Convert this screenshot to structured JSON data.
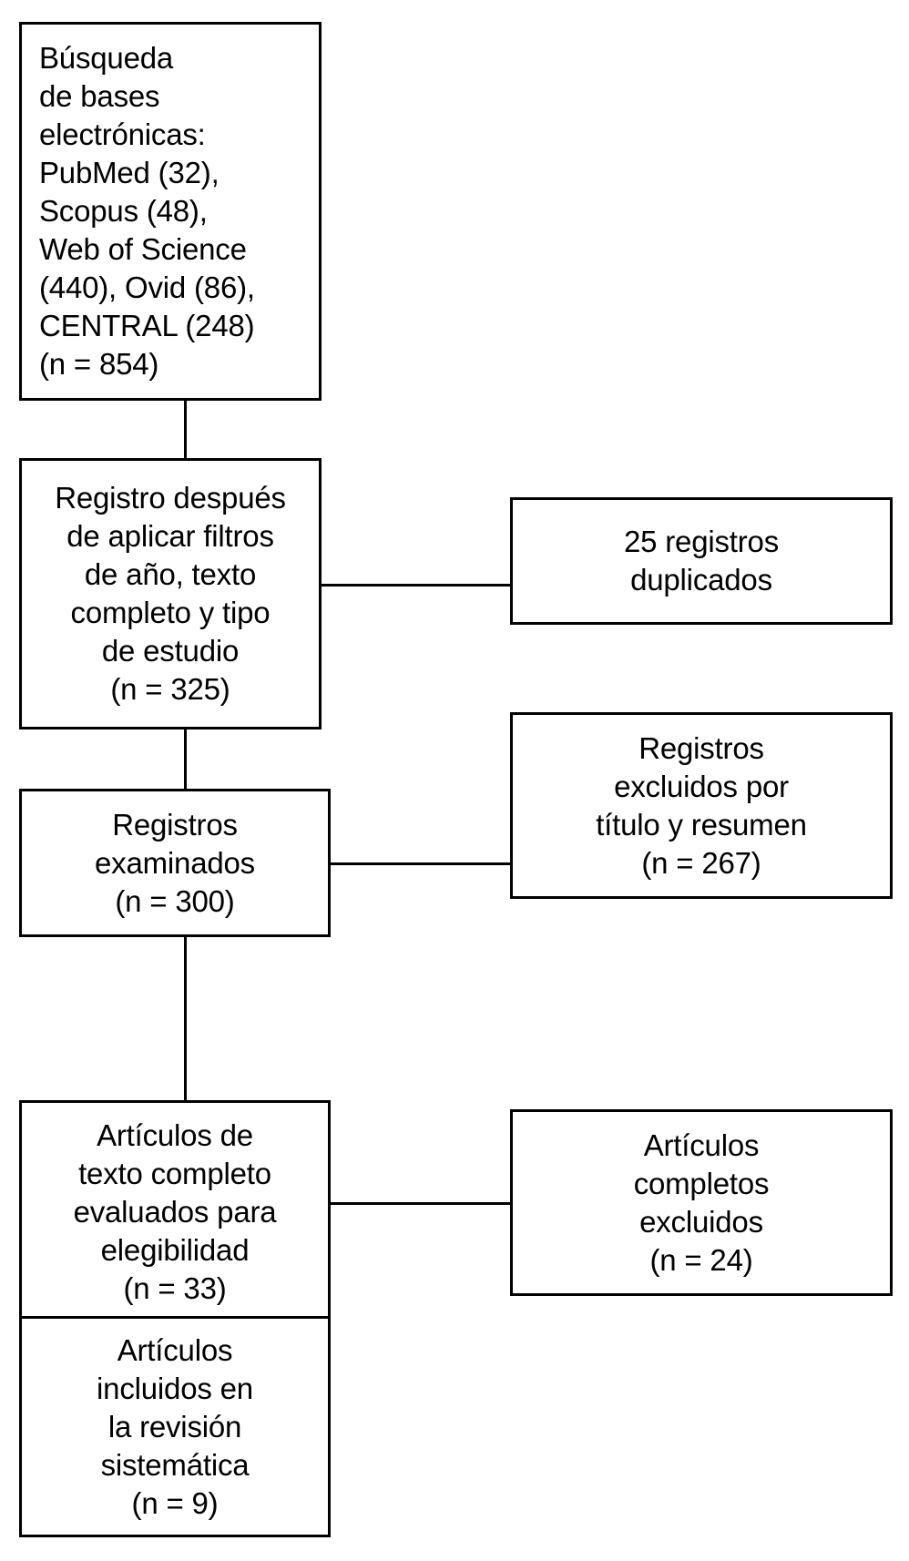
{
  "diagram": {
    "type": "prisma-flow-diagram",
    "language": "es",
    "colors": {
      "background": "#ffffff",
      "border": "#000000",
      "text": "#000000",
      "connector": "#000000"
    },
    "nodes": {
      "identificacion": {
        "name": "busqueda-bases-electronicas",
        "align": "left",
        "lines": [
          "Búsqueda",
          "de bases",
          "electrónicas:",
          "PubMed (32),",
          "Scopus (48),",
          "Web of Science",
          "(440), Ovid (86),",
          "CENTRAL (248)",
          "(n = 854)"
        ],
        "databases": [
          {
            "source": "PubMed",
            "count": 32
          },
          {
            "source": "Scopus",
            "count": 48
          },
          {
            "source": "Web of Science",
            "count": 440
          },
          {
            "source": "Ovid",
            "count": 86
          },
          {
            "source": "CENTRAL",
            "count": 248
          }
        ],
        "total": 854
      },
      "filtros": {
        "name": "registro-despues-de-filtros",
        "align": "center",
        "lines": [
          "Registro después",
          "de aplicar filtros",
          "de año, texto",
          "completo y tipo",
          "de estudio",
          "(n = 325)"
        ],
        "total": 325
      },
      "duplicados": {
        "name": "registros-duplicados",
        "align": "center",
        "lines": [
          "25 registros",
          "duplicados"
        ],
        "total": 25
      },
      "examinados": {
        "name": "registros-examinados",
        "align": "center",
        "lines": [
          "Registros",
          "examinados",
          "(n = 300)"
        ],
        "total": 300
      },
      "excluidos_titulo_resumen": {
        "name": "registros-excluidos-titulo-resumen",
        "align": "center",
        "lines": [
          "Registros",
          "excluidos por",
          "título y resumen",
          "(n = 267)"
        ],
        "total": 267
      },
      "elegibilidad": {
        "name": "articulos-texto-completo-elegibilidad",
        "align": "center",
        "lines": [
          "Artículos de",
          "texto completo",
          "evaluados para",
          "elegibilidad",
          "(n = 33)"
        ],
        "total": 33
      },
      "excluidos_completos": {
        "name": "articulos-completos-excluidos",
        "align": "center",
        "lines": [
          "Artículos",
          "completos",
          "excluidos",
          "(n = 24)"
        ],
        "total": 24
      },
      "incluidos": {
        "name": "articulos-incluidos-revision-sistematica",
        "align": "center",
        "lines": [
          "Artículos",
          "incluidos en",
          "la revisión",
          "sistemática",
          "(n = 9)"
        ],
        "total": 9
      }
    },
    "flow": [
      {
        "from": "identificacion",
        "to": "filtros",
        "kind": "vertical"
      },
      {
        "from": "filtros",
        "to": "duplicados",
        "kind": "horizontal"
      },
      {
        "from": "filtros",
        "to": "examinados",
        "kind": "vertical"
      },
      {
        "from": "examinados",
        "to": "excluidos_titulo_resumen",
        "kind": "horizontal"
      },
      {
        "from": "examinados",
        "to": "elegibilidad",
        "kind": "vertical"
      },
      {
        "from": "elegibilidad",
        "to": "excluidos_completos",
        "kind": "horizontal"
      },
      {
        "from": "elegibilidad",
        "to": "incluidos",
        "kind": "vertical"
      }
    ]
  }
}
